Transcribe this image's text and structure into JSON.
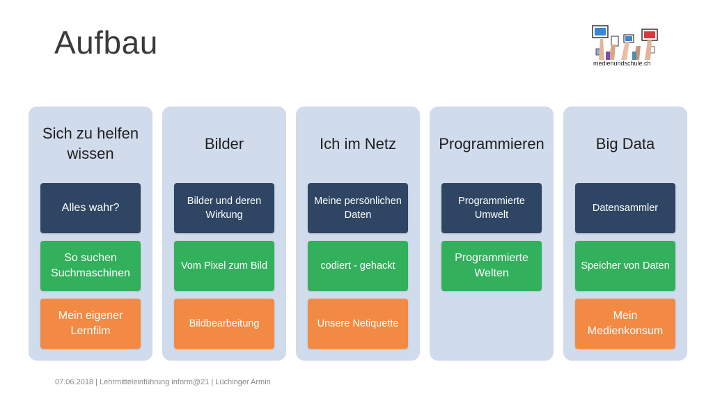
{
  "title": "Aufbau",
  "logo": {
    "text": "medienundschule.ch",
    "icon": "raised-hands-with-devices-logo"
  },
  "columns": [
    {
      "header": "Sich zu helfen wissen",
      "cards": [
        {
          "text": "Alles wahr?",
          "color": "#2e4563"
        },
        {
          "text": "So suchen Suchmaschinen",
          "color": "#33b05c"
        },
        {
          "text": "Mein eigener Lernfilm",
          "color": "#f28a43"
        }
      ]
    },
    {
      "header": "Bilder",
      "cards": [
        {
          "text": "Bilder und deren Wirkung",
          "color": "#2e4563"
        },
        {
          "text": "Vom Pixel zum Bild",
          "color": "#33b05c"
        },
        {
          "text": "Bildbearbeitung",
          "color": "#f28a43"
        }
      ]
    },
    {
      "header": "Ich im Netz",
      "cards": [
        {
          "text": "Meine persönlichen Daten",
          "color": "#2e4563"
        },
        {
          "text": "codiert - gehackt",
          "color": "#33b05c"
        },
        {
          "text": "Unsere Netiquette",
          "color": "#f28a43"
        }
      ]
    },
    {
      "header": "Programmieren",
      "cards": [
        {
          "text": "Programmierte Umwelt",
          "color": "#2e4563"
        },
        {
          "text": "Programmierte Welten",
          "color": "#33b05c"
        }
      ]
    },
    {
      "header": "Big Data",
      "cards": [
        {
          "text": "Datensammler",
          "color": "#2e4563"
        },
        {
          "text": "Speicher von Daten",
          "color": "#33b05c"
        },
        {
          "text": "Mein Medienkonsum",
          "color": "#f28a43"
        }
      ]
    }
  ],
  "footer": "07.06.2018 | Lehrmitteleinführung inform@21 | Lüchinger Armin",
  "colors": {
    "column_bg": "#d0dbec",
    "dark": "#2e4563",
    "green": "#33b05c",
    "orange": "#f28a43"
  }
}
